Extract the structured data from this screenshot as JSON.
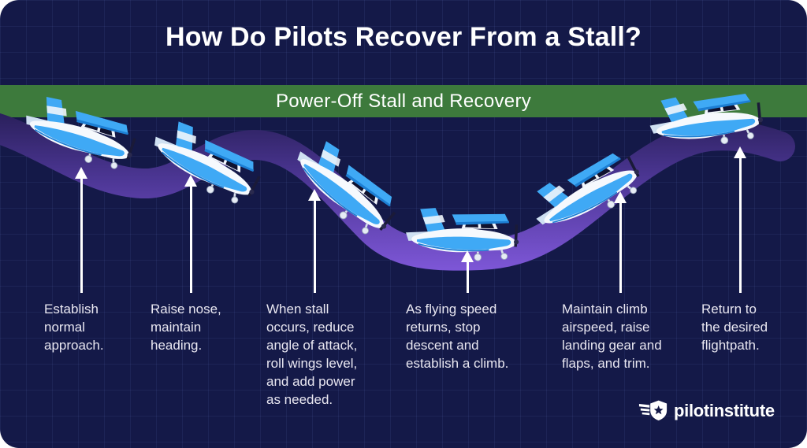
{
  "title": "How Do Pilots Recover From a Stall?",
  "banner": {
    "label": "Power-Off Stall and Recovery",
    "color": "#3d7a3c"
  },
  "colors": {
    "background": "#141948",
    "banner_green": "#3d7a3c",
    "path_dark": "#241c52",
    "path_bright": "#7e57d8",
    "plane_blue": "#3fa9f5",
    "arrow_white": "#ffffff",
    "step_text": "#e9e7f1"
  },
  "steps": [
    {
      "text": "Establish\nnormal\napproach."
    },
    {
      "text": "Raise nose,\nmaintain\nheading."
    },
    {
      "text": "When stall\noccurs, reduce\nangle of attack,\nroll wings level,\nand add power\nas needed."
    },
    {
      "text": "As flying speed\nreturns, stop\ndescent and\nestablish a climb."
    },
    {
      "text": "Maintain climb\nairspeed, raise\nlanding gear and\nflaps, and trim."
    },
    {
      "text": "Return to\nthe desired\nflightpath."
    }
  ],
  "logo": {
    "text": "pilotinstitute"
  }
}
